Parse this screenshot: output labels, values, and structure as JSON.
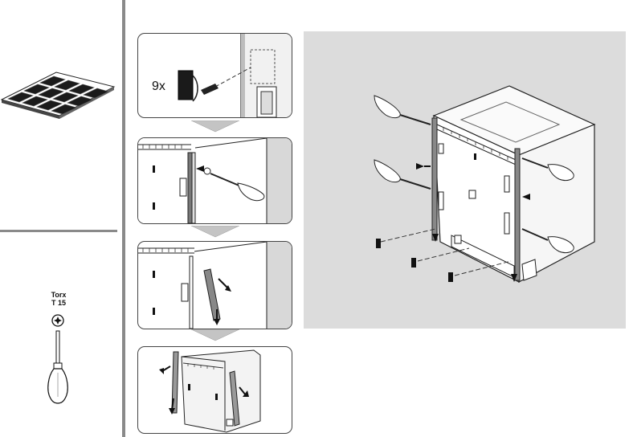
{
  "step1": {
    "count_label": "9x"
  },
  "tool": {
    "name_line1": "Torx",
    "name_line2": "T 15"
  }
}
